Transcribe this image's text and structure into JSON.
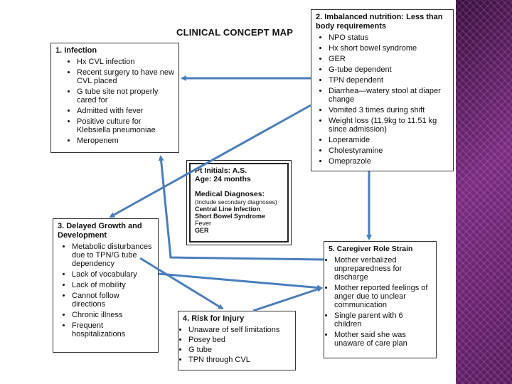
{
  "title": "CLINICAL CONCEPT MAP",
  "infection": {
    "heading": "1. Infection",
    "items": [
      "Hx CVL infection",
      "Recent surgery to have new CVL placed",
      "G tube site not properly cared for",
      "Admitted with fever",
      "Positive culture for Klebsiella pneumoniae",
      "Meropenem"
    ]
  },
  "nutrition": {
    "heading": "2. Imbalanced nutrition: Less than body requirements",
    "items": [
      "NPO status",
      "Hx short bowel syndrome",
      "GER",
      "G-tube dependent",
      "TPN dependent",
      "Diarrhea—watery stool at diaper change",
      "Vomited 3 times during shift",
      "Weight loss (11.9kg to 11.51 kg since admission)",
      "Loperamide",
      "Cholestyramine",
      "Omeprazole"
    ]
  },
  "growth": {
    "heading": "3. Delayed Growth and Development",
    "items": [
      "Metabolic disturbances due to TPN/G tube dependency",
      "Lack of vocabulary",
      "Lack of mobility",
      "Cannot follow directions",
      "Chronic illness",
      "Frequent hospitalizations"
    ]
  },
  "injury": {
    "heading": "4. Risk for Injury",
    "items": [
      "Unaware of self limitations",
      "Posey bed",
      "G tube",
      "TPN through CVL"
    ]
  },
  "caregiver": {
    "heading": "5. Caregiver Role Strain",
    "items": [
      "Mother verbalized unpreparedness for discharge",
      "Mother reported feelings of anger due to unclear communication",
      "Single parent with 6 children",
      "Mother said she was unaware of care plan"
    ]
  },
  "patient": {
    "initials": "Pt Initials: A.S.",
    "age": "Age: 24 months",
    "diagnoses_heading": "Medical Diagnoses:",
    "diagnoses_note": "(Include secondary diagnoses)",
    "diagnoses": [
      "Central Line Infection",
      "Short Bowel Syndrome",
      "Fever",
      "GER"
    ]
  },
  "colors": {
    "arrow": "#4a7ebb",
    "box_border": "#333333",
    "side_stripe": "#6b2371"
  }
}
